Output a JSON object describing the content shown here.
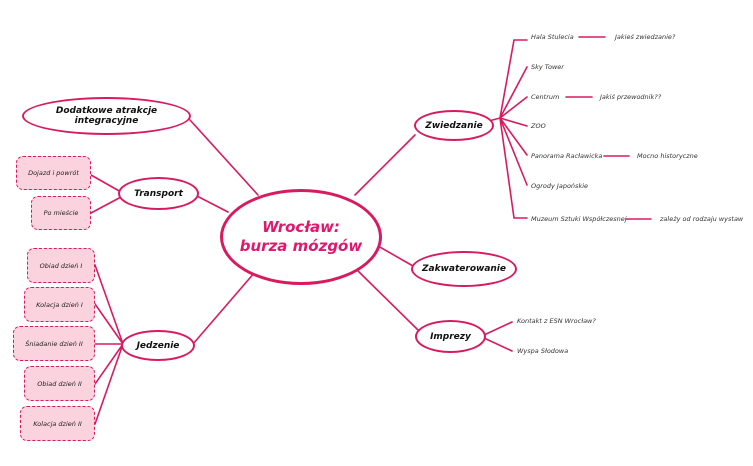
{
  "central": {
    "line1": "Wrocław:",
    "line2": "burza mózgów"
  },
  "branches": {
    "dodatkowe": "Dodatkowe atrakcje integracyjne",
    "transport": "Transport",
    "jedzenie": "Jedzenie",
    "zwiedzanie": "Zwiedzanie",
    "zakwaterowanie": "Zakwaterowanie",
    "imprezy": "Imprezy"
  },
  "transport_items": [
    "Dojazd i powrót",
    "Po mieście"
  ],
  "jedzenie_items": [
    "Obiad dzień I",
    "Kolacja dzień I",
    "Śniadanie dzień II",
    "Obiad dzień II",
    "Kolacja dzień II"
  ],
  "zwiedzanie_items": [
    {
      "label": "Hala Stulecia",
      "note": "Jakieś zwiedzanie?"
    },
    {
      "label": "Sky Tower",
      "note": ""
    },
    {
      "label": "Centrum",
      "note": "Jakiś przewodnik??"
    },
    {
      "label": "ZOO",
      "note": ""
    },
    {
      "label": "Panorama Racławicka",
      "note": "Mocno historyczne"
    },
    {
      "label": "Ogrody Japońskie",
      "note": ""
    },
    {
      "label": "Muzeum Sztuki Współczesnej",
      "note": "zależy od rodzaju wystaw"
    }
  ],
  "imprezy_items": [
    "Kontakt z ESN Wrocław?",
    "Wyspa Słodowa"
  ],
  "colors": {
    "accent": "#d81b60",
    "box_fill": "#fbd3df"
  }
}
